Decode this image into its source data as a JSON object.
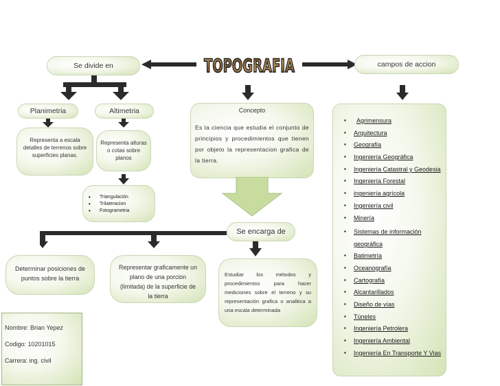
{
  "title": "TOPOGRAFIA",
  "labels": {
    "divide": "Se divide en",
    "campos": "campos de accion",
    "concepto_title": "Concepto",
    "concepto_text": "Es la ciencia que estudia el conjunto de principios y procedimientos que tienen por objeto la representacion grafica de la tierra.",
    "encarga": "Se encarga de"
  },
  "divisions": {
    "planimetria": {
      "title": "Planimetria",
      "desc": "Representa a escala detalles de terrenos sobre superficies planas."
    },
    "altimetria": {
      "title": "Altimetria",
      "desc": "Representa alturas o cotas sobre planos"
    }
  },
  "techniques": [
    "Triangulación",
    "Trilateracion",
    "Fotogrametria"
  ],
  "tasks": [
    "Determinar posiciones de puntos sobre la tierra",
    "Representar graficamente un plano de una porcion (limitada) de la superficie de la tierra",
    "Estudiar los métodos y procedimientos para hacer mediciones sobre el terreno y su representación grafica o analitica a una escala determinada"
  ],
  "fields": [
    "Agrimensura",
    "Arquitectura",
    "Geografía",
    "Ingeniería Geográfica",
    "Ingeniería Catastral y Geodesia",
    "Ingeniería Forestal",
    "ingeniería agrícola",
    "Ingeniería civil",
    "Minería",
    "Sistemas de información geográfica",
    "Batimetría",
    "Oceanografía",
    "Cartografía",
    "Alcantarillados",
    "Diseño de vías",
    "Túneles",
    "Ingeniería Petrolera",
    "Ingeniería Ambiental",
    "Ingeniería En Transporte Y Vias"
  ],
  "student": {
    "name": "Nombre: Brian Yepez",
    "code": "Codigo: 10201015",
    "career": "Carrera: ing. civil"
  },
  "colors": {
    "box_fill": "#d4e3b6",
    "arrow": "#2b2b2b",
    "big_arrow": "#c9dca0",
    "title_texture": "#9a7a4e"
  }
}
